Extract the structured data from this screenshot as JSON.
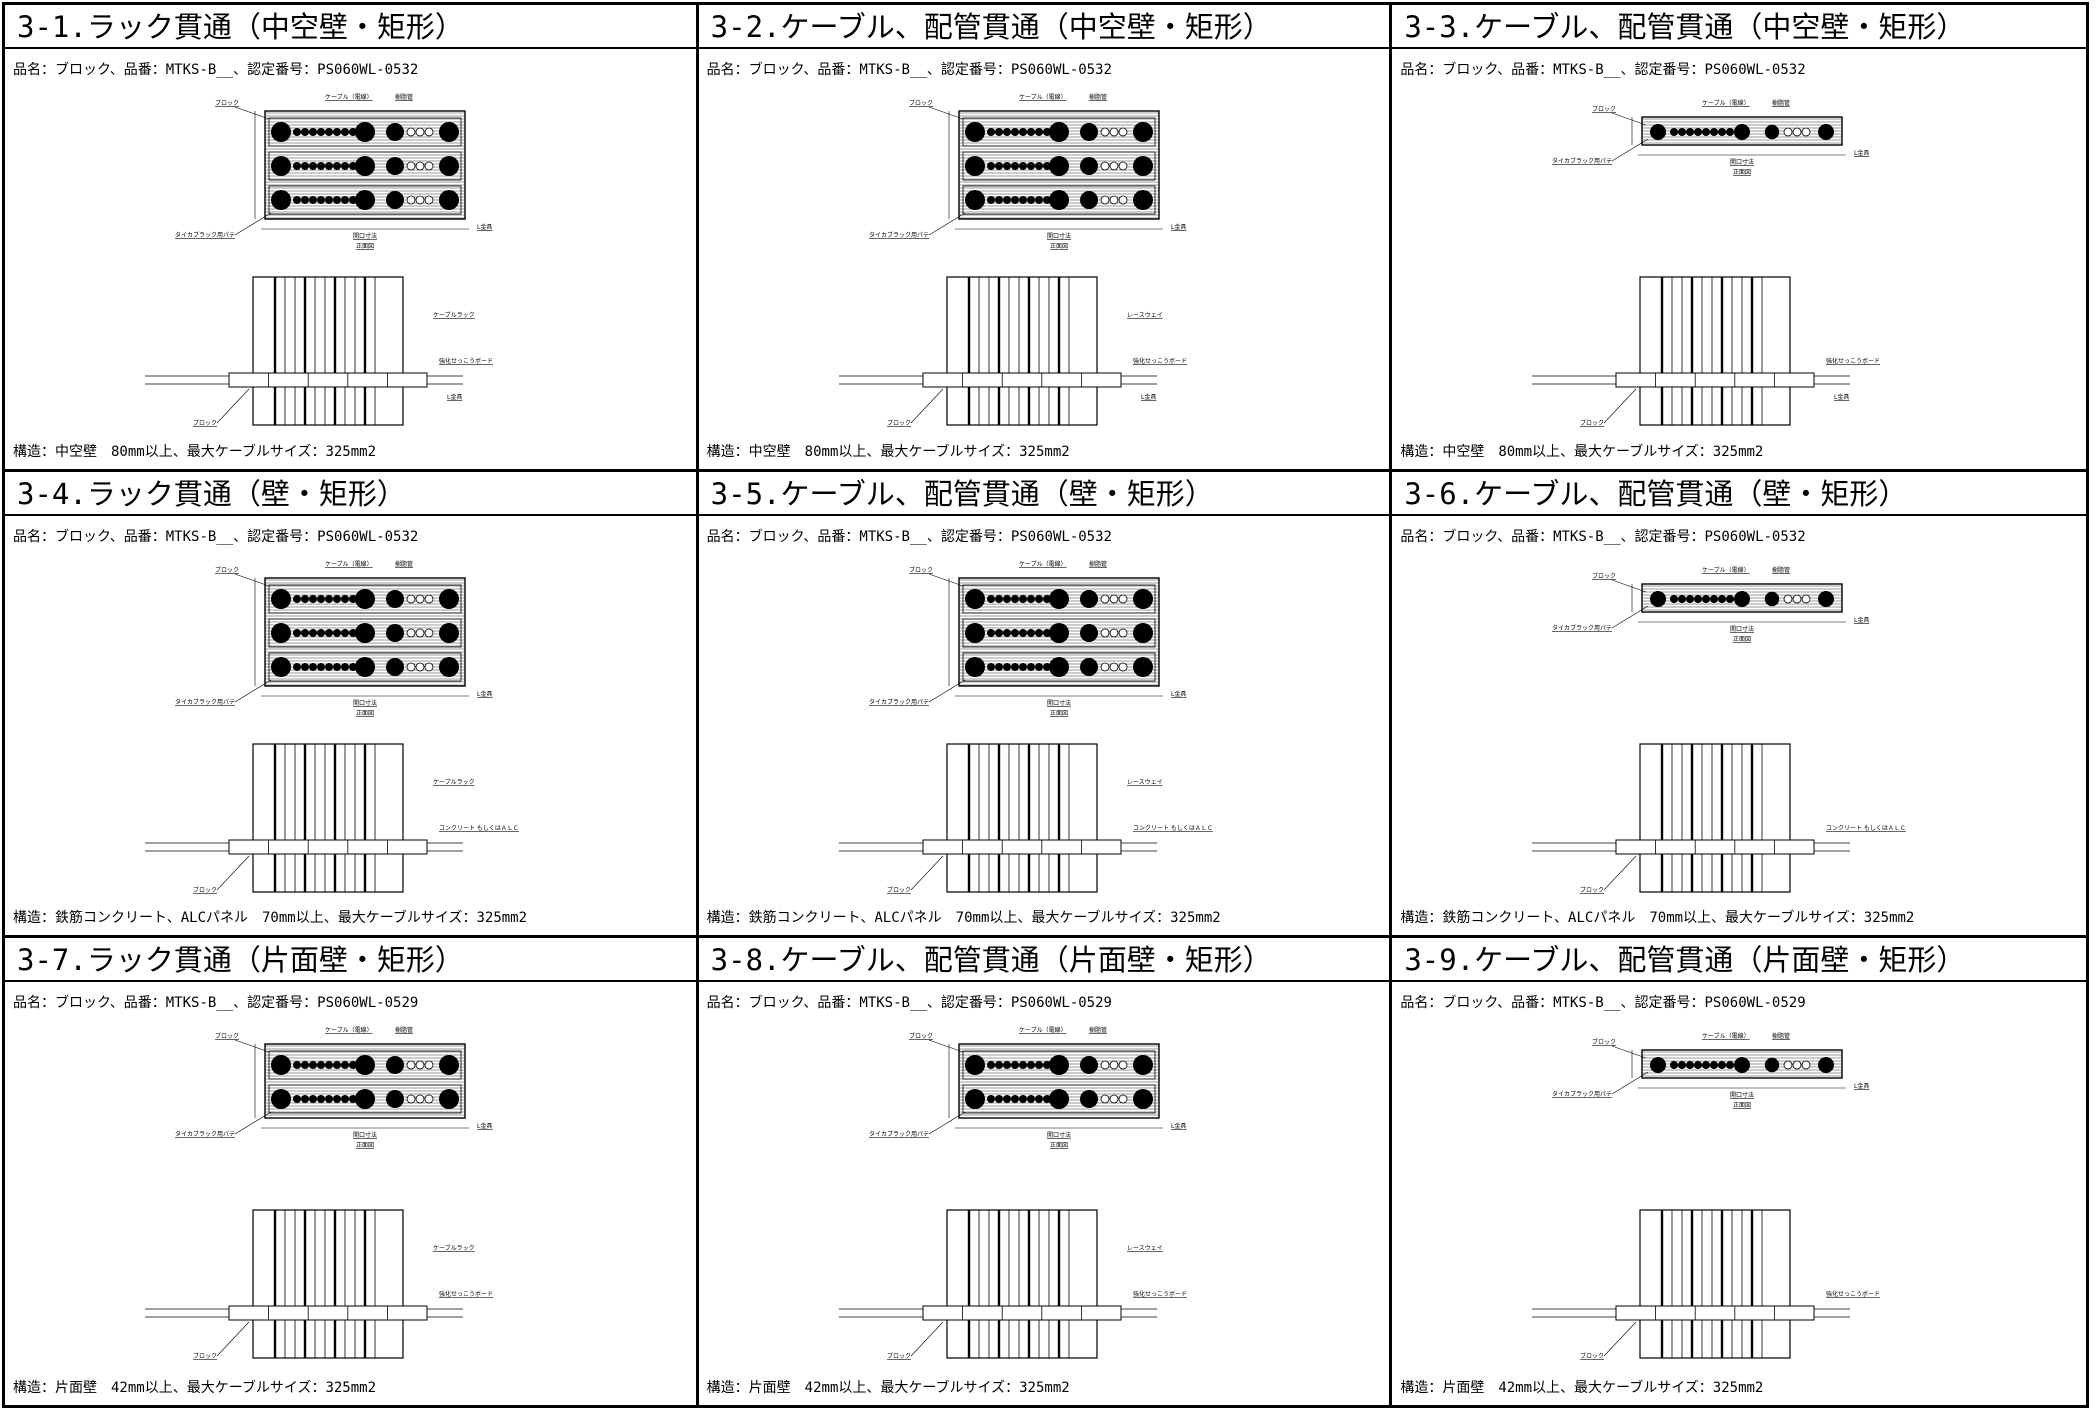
{
  "labels": {
    "block": "ブロック",
    "cable_wire": "ケーブル（電線）",
    "resin_pipe": "樹脂管",
    "cable": "ケーブル",
    "putty": "タイカブラック用パテ",
    "fitting": "L金具",
    "l_fitting": "L金具",
    "opening": "開口寸法",
    "front_view": "正面図",
    "cable_rack": "ケーブルラック",
    "raceway": "レースウェイ",
    "gypsum_board": "強化せっこうボード",
    "concrete_alc": "コンクリート もしくはＡＬＣ"
  },
  "panels": [
    {
      "title": "3-1.ラック貫通（中空壁・矩形）",
      "product": "品名：ブロック、品番：MTKS-B__、認定番号：PS060WL-0532",
      "structure": "構造：中空壁　80mm以上、最大ケーブルサイズ：325mm2"
    },
    {
      "title": "3-2.ケーブル、配管貫通（中空壁・矩形）",
      "product": "品名：ブロック、品番：MTKS-B__、認定番号：PS060WL-0532",
      "structure": "構造：中空壁　80mm以上、最大ケーブルサイズ：325mm2"
    },
    {
      "title": "3-3.ケーブル、配管貫通（中空壁・矩形）",
      "product": "品名：ブロック、品番：MTKS-B__、認定番号：PS060WL-0532",
      "structure": "構造：中空壁　80mm以上、最大ケーブルサイズ：325mm2"
    },
    {
      "title": "3-4.ラック貫通（壁・矩形）",
      "product": "品名：ブロック、品番：MTKS-B__、認定番号：PS060WL-0532",
      "structure": "構造：鉄筋コンクリート、ALCパネル　70mm以上、最大ケーブルサイズ：325mm2"
    },
    {
      "title": "3-5.ケーブル、配管貫通（壁・矩形）",
      "product": "品名：ブロック、品番：MTKS-B__、認定番号：PS060WL-0532",
      "structure": "構造：鉄筋コンクリート、ALCパネル　70mm以上、最大ケーブルサイズ：325mm2"
    },
    {
      "title": "3-6.ケーブル、配管貫通（壁・矩形）",
      "product": "品名：ブロック、品番：MTKS-B__、認定番号：PS060WL-0532",
      "structure": "構造：鉄筋コンクリート、ALCパネル　70mm以上、最大ケーブルサイズ：325mm2"
    },
    {
      "title": "3-7.ラック貫通（片面壁・矩形）",
      "product": "品名：ブロック、品番：MTKS-B__、認定番号：PS060WL-0529",
      "structure": "構造：片面壁　42mm以上、最大ケーブルサイズ：325mm2"
    },
    {
      "title": "3-8.ケーブル、配管貫通（片面壁・矩形）",
      "product": "品名：ブロック、品番：MTKS-B__、認定番号：PS060WL-0529",
      "structure": "構造：片面壁　42mm以上、最大ケーブルサイズ：325mm2"
    },
    {
      "title": "3-9.ケーブル、配管貫通（片面壁・矩形）",
      "product": "品名：ブロック、品番：MTKS-B__、認定番号：PS060WL-0529",
      "structure": "構造：片面壁　42mm以上、最大ケーブルサイズ：325mm2"
    }
  ]
}
